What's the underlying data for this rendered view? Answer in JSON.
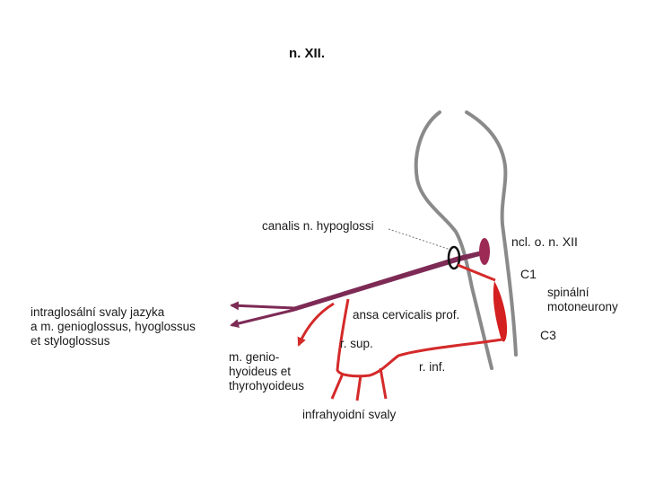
{
  "title": "n. XII.",
  "labels": {
    "canalis": "canalis n. hypoglossi",
    "ncl": "ncl. o. n. XII",
    "c1": "C1",
    "spinalni_1": "spinální",
    "spinalni_2": "motoneurony",
    "c3": "C3",
    "intra_1": "intraglosální svaly jazyka",
    "intra_2": "a m. genioglossus, hyoglossus",
    "intra_3": "et styloglossus",
    "ansa": "ansa cervicalis prof.",
    "rsup": "r. sup.",
    "rinf": "r. inf.",
    "genio_1": "m. genio-",
    "genio_2": "hyoideus et",
    "genio_3": "thyrohyoideus",
    "infra": "infrahyoidní svaly"
  },
  "colors": {
    "outline": "#8a8a8a",
    "nerve_purple": "#7d2a55",
    "nucleus": "#9c2a55",
    "nerve_red": "#d42a2a",
    "motoneuron": "#d42020",
    "canal_ring": "#111111"
  }
}
